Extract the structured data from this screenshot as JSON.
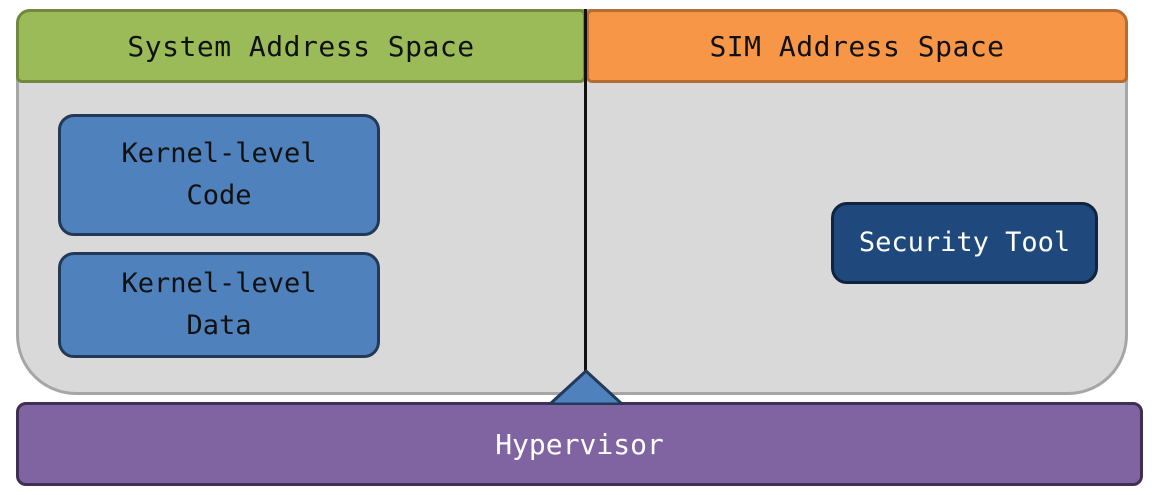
{
  "diagram": {
    "system_space": {
      "label": "System Address Space",
      "items": [
        {
          "label": "Kernel-level\nCode"
        },
        {
          "label": "Kernel-level\nData"
        }
      ]
    },
    "sim_space": {
      "label": "SIM Address Space",
      "items": [
        {
          "label": "Security Tool"
        }
      ]
    },
    "hypervisor": {
      "label": "Hypervisor"
    }
  },
  "colors": {
    "system_header": "#9bbb59",
    "sim_header": "#f79646",
    "kernel_box": "#4f81bd",
    "security_box": "#1f497d",
    "hypervisor": "#8064a2",
    "background_panel": "#d9d9d9"
  }
}
